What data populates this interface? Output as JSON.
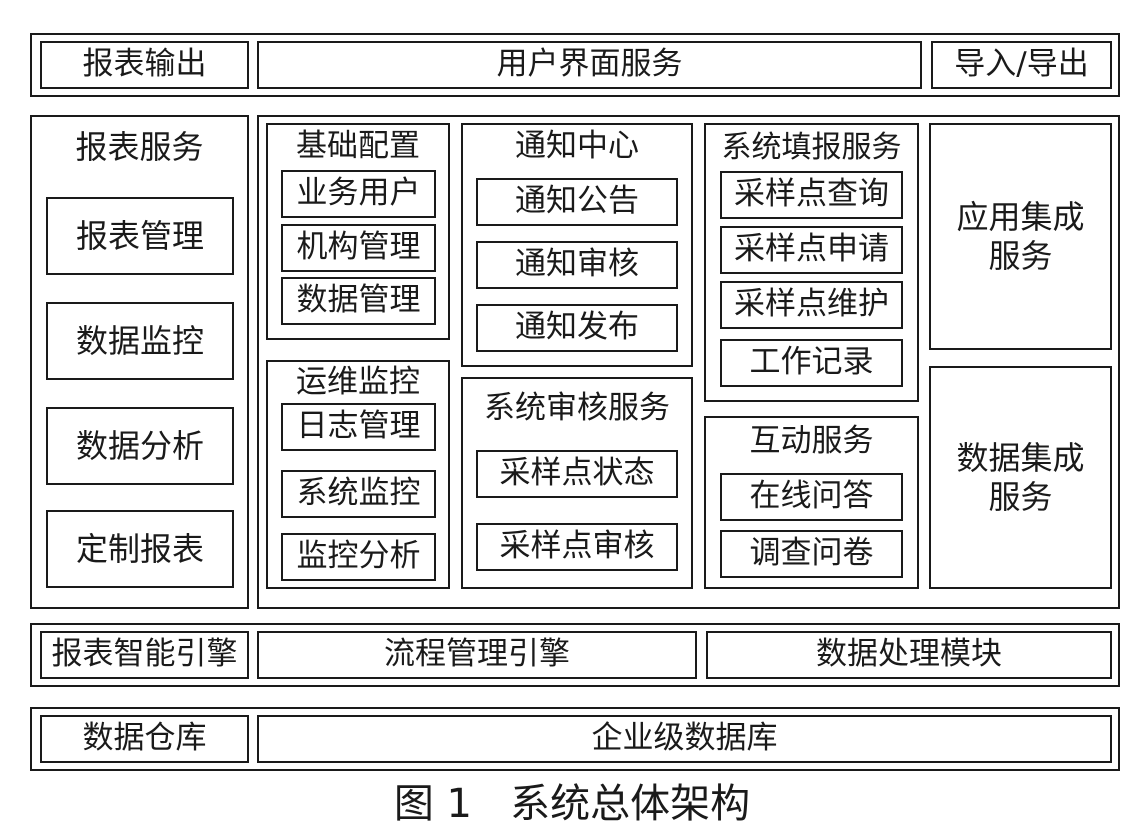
{
  "top": {
    "report_output": "报表输出",
    "ui_service": "用户界面服务",
    "import_export": "导入/导出"
  },
  "report_service": {
    "title": "报表服务",
    "items": [
      "报表管理",
      "数据监控",
      "数据分析",
      "定制报表"
    ]
  },
  "basic_config": {
    "title": "基础配置",
    "items": [
      "业务用户",
      "机构管理",
      "数据管理"
    ]
  },
  "ops_monitor": {
    "title": "运维监控",
    "items": [
      "日志管理",
      "系统监控",
      "监控分析"
    ]
  },
  "notify_center": {
    "title": "通知中心",
    "items": [
      "通知公告",
      "通知审核",
      "通知发布"
    ]
  },
  "audit_service": {
    "title": "系统审核服务",
    "items": [
      "采样点状态",
      "采样点审核"
    ]
  },
  "fill_service": {
    "title": "系统填报服务",
    "items": [
      "采样点查询",
      "采样点申请",
      "采样点维护",
      "工作记录"
    ]
  },
  "interact_service": {
    "title": "互动服务",
    "items": [
      "在线问答",
      "调查问卷"
    ]
  },
  "app_integration": {
    "line1": "应用集成",
    "line2": "服务"
  },
  "data_integration": {
    "line1": "数据集成",
    "line2": "服务"
  },
  "engines": {
    "report_engine": "报表智能引擎",
    "flow_engine": "流程管理引擎",
    "data_module": "数据处理模块"
  },
  "storage": {
    "warehouse": "数据仓库",
    "database": "企业级数据库"
  },
  "caption": "图 1   系统总体架构"
}
